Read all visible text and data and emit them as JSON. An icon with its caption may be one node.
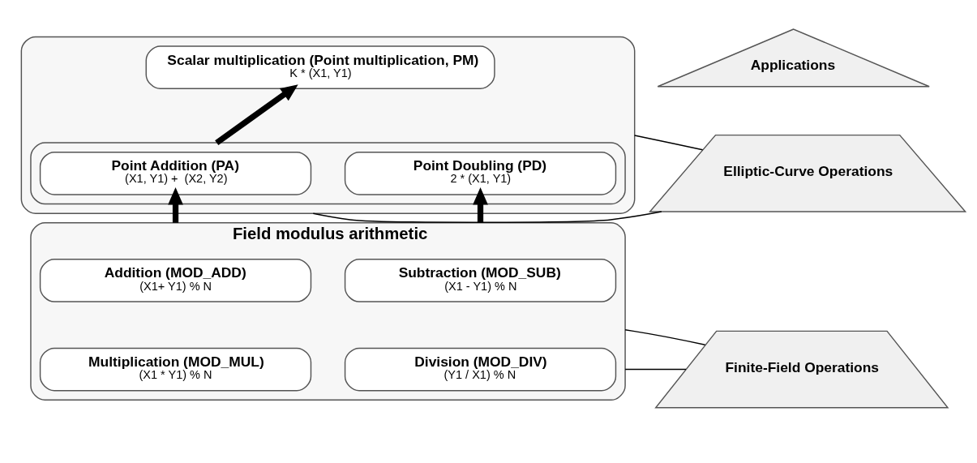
{
  "diagram": {
    "nodes": [
      {
        "text": [
          "Applications"
        ]
      },
      {
        "text": [
          "Elliptic-Curve Operations"
        ]
      },
      {
        "text": [
          "Finite-Field Operations"
        ]
      },
      {
        "text": [],
        "shape": "box"
      },
      {
        "text": [
          "Scalar multiplication (Point multiplication, PM)",
          "K * (X1, Y1)"
        ],
        "in": 3
      },
      {
        "text": [],
        "shape": "box",
        "in": 3
      },
      {
        "text": [
          "Point Addition (PA)",
          "(X1, Y1) +  (X2, Y2)"
        ],
        "in": 5
      },
      {
        "text": [
          "Point Doubling (PD)",
          "2 * (X1, Y1)"
        ],
        "in": 5
      },
      {
        "text": [
          "Field modulus arithmetic"
        ]
      },
      {
        "text": [
          "Addition (MOD_ADD)",
          "(X1+ Y1) % N"
        ],
        "in": 8
      },
      {
        "text": [
          "Subtraction (MOD_SUB)",
          "(X1 - Y1) % N"
        ],
        "in": 8
      },
      {
        "text": [
          "Multiplication (MOD_MUL)",
          "(X1 * Y1) % N"
        ],
        "in": 8
      },
      {
        "text": [
          "Division (MOD_DIV)",
          "(Y1 / X1) % N"
        ],
        "in": 8
      }
    ],
    "edges": [
      {
        "from": 5,
        "to": 4,
        "arrow": "to",
        "style": "thick"
      },
      {
        "from": 8,
        "to": 6,
        "arrow": "to",
        "style": "thick"
      },
      {
        "from": 8,
        "to": 7,
        "arrow": "to",
        "style": "thick"
      },
      {
        "from": 1,
        "to": 3,
        "arrow": "none"
      },
      {
        "from": 1,
        "to": 3,
        "arrow": "none"
      },
      {
        "from": 2,
        "to": 8,
        "arrow": "none"
      },
      {
        "from": 2,
        "to": 8,
        "arrow": "none"
      }
    ]
  }
}
